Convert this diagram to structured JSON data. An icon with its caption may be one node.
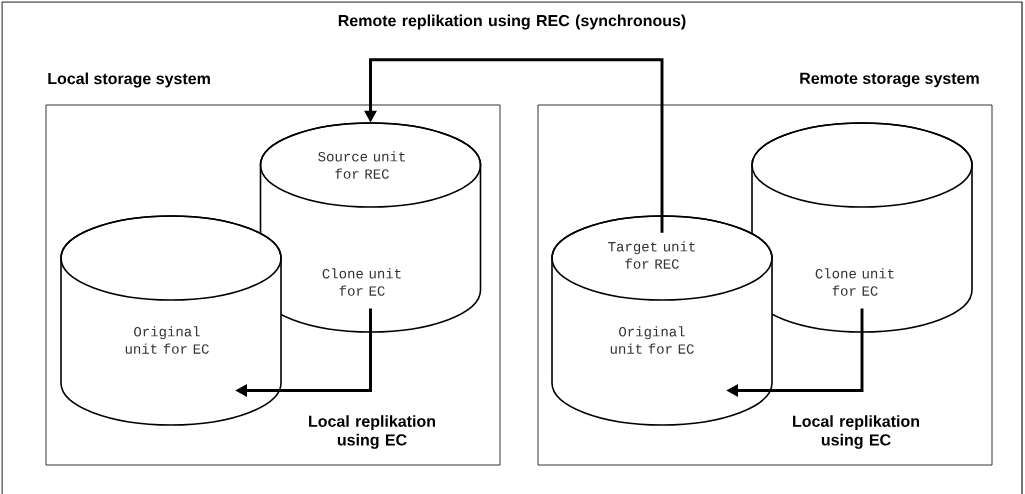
{
  "diagram": {
    "nodes": [
      {
        "text": [
          "Local storage system"
        ]
      },
      {
        "text": [
          "Source unit for REC",
          "Clone unit for EC"
        ],
        "in": 0
      },
      {
        "text": [
          "Original unit for EC"
        ],
        "in": 0
      },
      {
        "text": [
          "Remote storage system"
        ]
      },
      {
        "text": [
          "Target unit for REC",
          "Original unit for EC"
        ],
        "in": 3
      },
      {
        "text": [
          "Clone unit for EC"
        ],
        "in": 3
      }
    ],
    "edges": [
      {
        "from": 4,
        "to": 1,
        "arrow": "to",
        "label": "Remote replikation using REC (synchronous)"
      },
      {
        "from": 1,
        "to": 2,
        "arrow": "to",
        "label": "Local replikation using EC"
      },
      {
        "from": 5,
        "to": 4,
        "arrow": "to",
        "label": "Local replikation using EC"
      }
    ]
  }
}
